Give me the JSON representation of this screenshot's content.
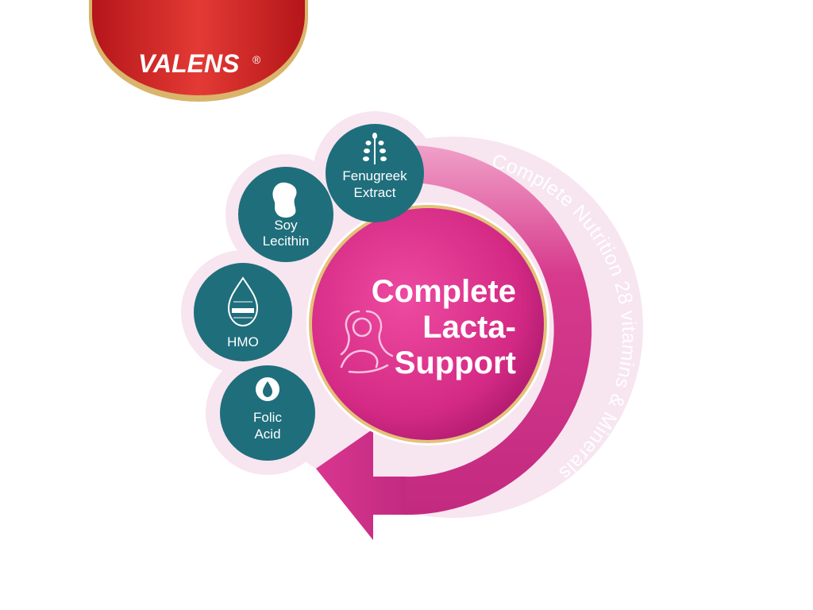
{
  "brand": {
    "name": "VALENS",
    "mark": "®",
    "logo_color": "#d42a2a",
    "accent_gold": "#d9b46a"
  },
  "center": {
    "line1": "Complete",
    "line2": "Lacta-",
    "line3": "Support",
    "icon": "mother-baby-icon",
    "color": "#e0368f"
  },
  "ring": {
    "arc_text": "Complete Nutrition 28 vitamins & Minerals",
    "color": "#cc2e84",
    "outline_color": "#f6e4ef"
  },
  "ingredients": [
    {
      "line1": "Fenugreek",
      "line2": "Extract",
      "icon": "fenugreek-plant-icon"
    },
    {
      "line1": "Soy",
      "line2": "Lecithin",
      "icon": "soy-bean-icon"
    },
    {
      "line1": "HMO",
      "line2": "",
      "icon": "hmo-droplet-icon"
    },
    {
      "line1": "Folic",
      "line2": "Acid",
      "icon": "folic-drop-icon"
    }
  ],
  "badge_color": "#1f6e7c"
}
